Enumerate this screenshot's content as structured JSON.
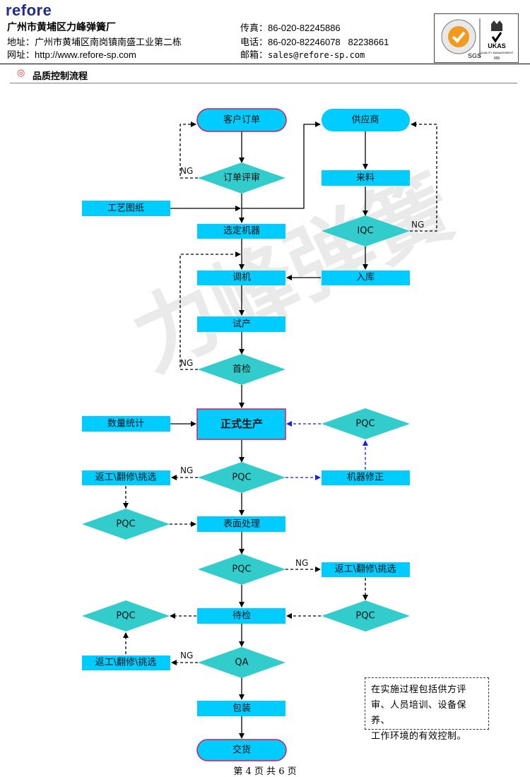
{
  "header": {
    "brand": "refore",
    "company": "广州市黄埔区力峰弹簧厂",
    "address_label": "地址：",
    "address": "广州市黄埔区南岗镇南盛工业第二栋",
    "web_label": "网址：",
    "web": "http://www.refore-sp.com",
    "fax_label": "传真：",
    "fax": "86-020-82245886",
    "tel_label": "电话：",
    "tel": "86-020-82246078   82238661",
    "email_label": "邮箱：",
    "email": "sales@refore-sp.com"
  },
  "certs": {
    "sgs_label": "SGS",
    "ukas_label": "UKAS",
    "ukas_sub": "QUALITY MANAGEMENT",
    "ukas_code": "005"
  },
  "section": {
    "bullet": "◎",
    "title": "品质控制流程"
  },
  "watermark": "力峰弹簧",
  "flow": {
    "customer_order": "客户订单",
    "supplier": "供应商",
    "order_review": "订单评审",
    "incoming": "来料",
    "process_drawing": "工艺图纸",
    "select_machine": "选定机器",
    "iqc": "IQC",
    "tune_machine": "调机",
    "storage": "入库",
    "trial": "试产",
    "first_inspect": "首检",
    "quantity_stats": "数量统计",
    "formal_production": "正式生产",
    "pqc_top_right": "PQC",
    "rework_1": "返工\\翻修\\挑选",
    "pqc_main_1": "PQC",
    "machine_fix": "机器修正",
    "pqc_left_1": "PQC",
    "surface": "表面处理",
    "pqc_main_2": "PQC",
    "rework_2": "返工\\翻修\\挑选",
    "pqc_left_2": "PQC",
    "pending": "待检",
    "pqc_right_2": "PQC",
    "rework_3": "返工\\翻修\\挑选",
    "qa": "QA",
    "packing": "包装",
    "delivery": "交货",
    "ng": "NG"
  },
  "note": {
    "lines": [
      "在实施过程包括供方评",
      "审、人员培训、设备保养、",
      "工作环境的有效控制。"
    ]
  },
  "footer": "第 4 页 共 6 页"
}
